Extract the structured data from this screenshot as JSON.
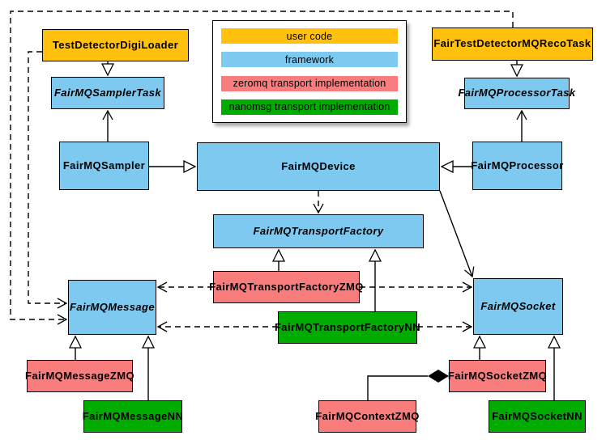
{
  "legend": {
    "items": [
      {
        "label": "user code",
        "color": "#FFC10D"
      },
      {
        "label": "framework",
        "color": "#7DC9F0"
      },
      {
        "label": "zeromq transport implementation",
        "color": "#FA7D7D"
      },
      {
        "label": "nanomsg transport implementation",
        "color": "#00AC00"
      }
    ]
  },
  "nodes": {
    "digiloader": {
      "label": "TestDetectorDigiLoader",
      "category": "user code",
      "color": "#FFC10D"
    },
    "recotask": {
      "label": "FairTestDetectorMQRecoTask",
      "category": "user code",
      "color": "#FFC10D"
    },
    "samplertask": {
      "label": "FairMQSamplerTask",
      "category": "framework",
      "color": "#7DC9F0",
      "abstract": true
    },
    "processortask": {
      "label": "FairMQProcessorTask",
      "category": "framework",
      "color": "#7DC9F0",
      "abstract": true
    },
    "sampler": {
      "label": "FairMQSampler",
      "category": "framework",
      "color": "#7DC9F0"
    },
    "device": {
      "label": "FairMQDevice",
      "category": "framework",
      "color": "#7DC9F0"
    },
    "processor": {
      "label": "FairMQProcessor",
      "category": "framework",
      "color": "#7DC9F0"
    },
    "transportfactory": {
      "label": "FairMQTransportFactory",
      "category": "framework",
      "color": "#7DC9F0",
      "abstract": true
    },
    "transportfactoryzmq": {
      "label": "FairMQTransportFactoryZMQ",
      "category": "zeromq",
      "color": "#FA7D7D"
    },
    "transportfactorynn": {
      "label": "FairMQTransportFactoryNN",
      "category": "nanomsg",
      "color": "#00AC00"
    },
    "message": {
      "label": "FairMQMessage",
      "category": "framework",
      "color": "#7DC9F0",
      "abstract": true
    },
    "socket": {
      "label": "FairMQSocket",
      "category": "framework",
      "color": "#7DC9F0",
      "abstract": true
    },
    "messagezmq": {
      "label": "FairMQMessageZMQ",
      "category": "zeromq",
      "color": "#FA7D7D"
    },
    "messagenn": {
      "label": "FairMQMessageNN",
      "category": "nanomsg",
      "color": "#00AC00"
    },
    "contextzmq": {
      "label": "FairMQContextZMQ",
      "category": "zeromq",
      "color": "#FA7D7D"
    },
    "socketzmq": {
      "label": "FairMQSocketZMQ",
      "category": "zeromq",
      "color": "#FA7D7D"
    },
    "socketnn": {
      "label": "FairMQSocketNN",
      "category": "nanomsg",
      "color": "#00AC00"
    }
  },
  "edges": [
    {
      "from": "TestDetectorDigiLoader",
      "to": "FairMQSamplerTask",
      "type": "inheritance"
    },
    {
      "from": "FairTestDetectorMQRecoTask",
      "to": "FairMQProcessorTask",
      "type": "inheritance"
    },
    {
      "from": "FairMQSampler",
      "to": "FairMQDevice",
      "type": "inheritance"
    },
    {
      "from": "FairMQProcessor",
      "to": "FairMQDevice",
      "type": "inheritance"
    },
    {
      "from": "FairMQTransportFactoryZMQ",
      "to": "FairMQTransportFactory",
      "type": "inheritance"
    },
    {
      "from": "FairMQTransportFactoryNN",
      "to": "FairMQTransportFactory",
      "type": "inheritance"
    },
    {
      "from": "FairMQMessageZMQ",
      "to": "FairMQMessage",
      "type": "inheritance"
    },
    {
      "from": "FairMQMessageNN",
      "to": "FairMQMessage",
      "type": "inheritance"
    },
    {
      "from": "FairMQSocketZMQ",
      "to": "FairMQSocket",
      "type": "inheritance"
    },
    {
      "from": "FairMQSocketNN",
      "to": "FairMQSocket",
      "type": "inheritance"
    },
    {
      "from": "FairMQSampler",
      "to": "FairMQSamplerTask",
      "type": "association"
    },
    {
      "from": "FairMQProcessor",
      "to": "FairMQProcessorTask",
      "type": "association"
    },
    {
      "from": "FairMQDevice",
      "to": "FairMQSocket",
      "type": "association"
    },
    {
      "from": "FairMQDevice",
      "to": "FairMQTransportFactory",
      "type": "dependency"
    },
    {
      "from": "TestDetectorDigiLoader",
      "to": "FairMQMessage",
      "type": "dependency"
    },
    {
      "from": "FairTestDetectorMQRecoTask",
      "to": "FairMQMessage",
      "type": "dependency"
    },
    {
      "from": "FairMQTransportFactoryZMQ",
      "to": "FairMQMessage",
      "type": "dependency"
    },
    {
      "from": "FairMQTransportFactoryZMQ",
      "to": "FairMQSocket",
      "type": "dependency"
    },
    {
      "from": "FairMQTransportFactoryNN",
      "to": "FairMQMessage",
      "type": "dependency"
    },
    {
      "from": "FairMQTransportFactoryNN",
      "to": "FairMQSocket",
      "type": "dependency"
    },
    {
      "from": "FairMQContextZMQ",
      "to": "FairMQSocketZMQ",
      "type": "composition"
    }
  ]
}
